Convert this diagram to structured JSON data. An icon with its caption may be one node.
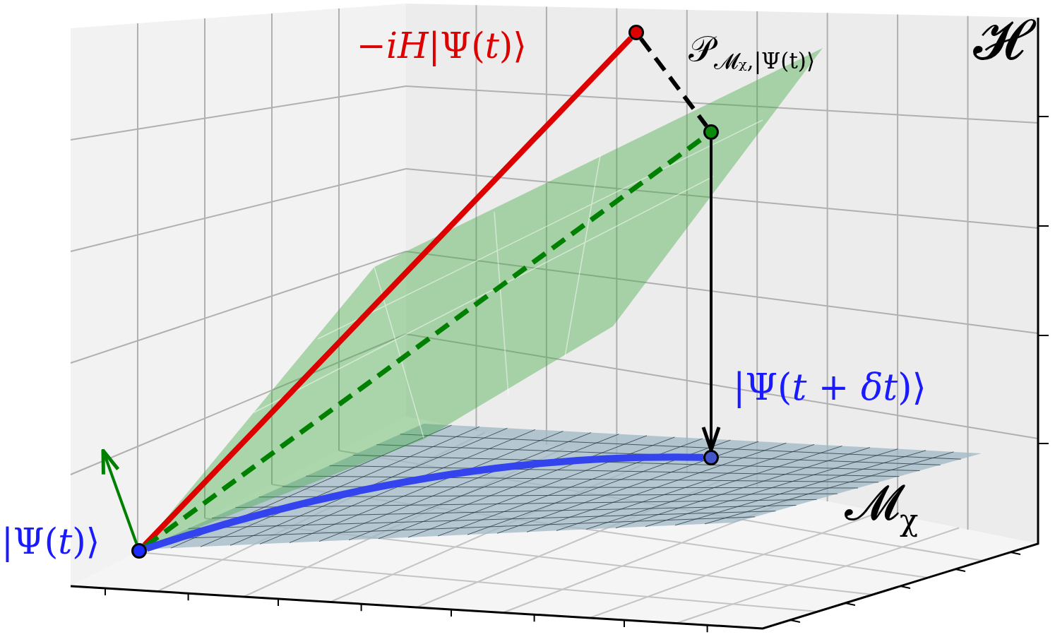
{
  "diagram": {
    "nodes": [
      {
        "text": [],
        "shape": "circle"
      },
      {
        "text": [],
        "shape": "circle"
      },
      {
        "text": [],
        "shape": "circle"
      },
      {
        "text": [],
        "shape": "circle"
      }
    ],
    "edges": [
      {
        "from": 0,
        "to": 1,
        "arrow": "none",
        "color": "#dd0000"
      },
      {
        "from": 1,
        "to": 2,
        "arrow": "none",
        "style": "dashed"
      },
      {
        "from": 0,
        "to": 2,
        "arrow": "none",
        "style": "dashed",
        "color": "#008000"
      },
      {
        "from": 2,
        "to": 3,
        "arrow": "to"
      },
      {
        "from": 0,
        "to": 3,
        "arrow": "none",
        "color": "#3344ee"
      },
      {
        "from": 0,
        "to": null,
        "arrow": "to",
        "color": "#008000"
      }
    ],
    "labels": [
      "−*iH*|Ψ(*t*)⟩",
      "𝒫$_{𝓜ᵪ,|Ψ(t)⟩}$",
      "𝓗",
      "|Ψ(*t* + *δt*)⟩",
      "𝓜$_{χ}$",
      "|Ψ(*t*)⟩"
    ]
  }
}
